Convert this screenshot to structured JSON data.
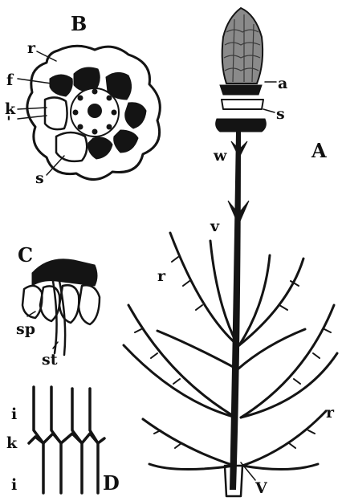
{
  "figure": {
    "panels": {
      "A": {
        "letter": "A",
        "labels": {
          "a": "a",
          "s": "s",
          "w": "w",
          "v_upper": "v",
          "r_left": "r",
          "r_right": "r",
          "v_lower": "V"
        }
      },
      "B": {
        "letter": "B",
        "labels": {
          "r": "r",
          "f": "f",
          "k": "k",
          "tick": "ꞌ",
          "s": "s"
        }
      },
      "C": {
        "letter": "C",
        "labels": {
          "sp": "sp",
          "st": "st"
        }
      },
      "D": {
        "letter": "D",
        "labels": {
          "i_top": "i",
          "k": "k",
          "i_bottom": "i"
        }
      }
    },
    "colors": {
      "ink": "#141414",
      "paper": "#ffffff",
      "cone": "#8a8a8a"
    }
  }
}
